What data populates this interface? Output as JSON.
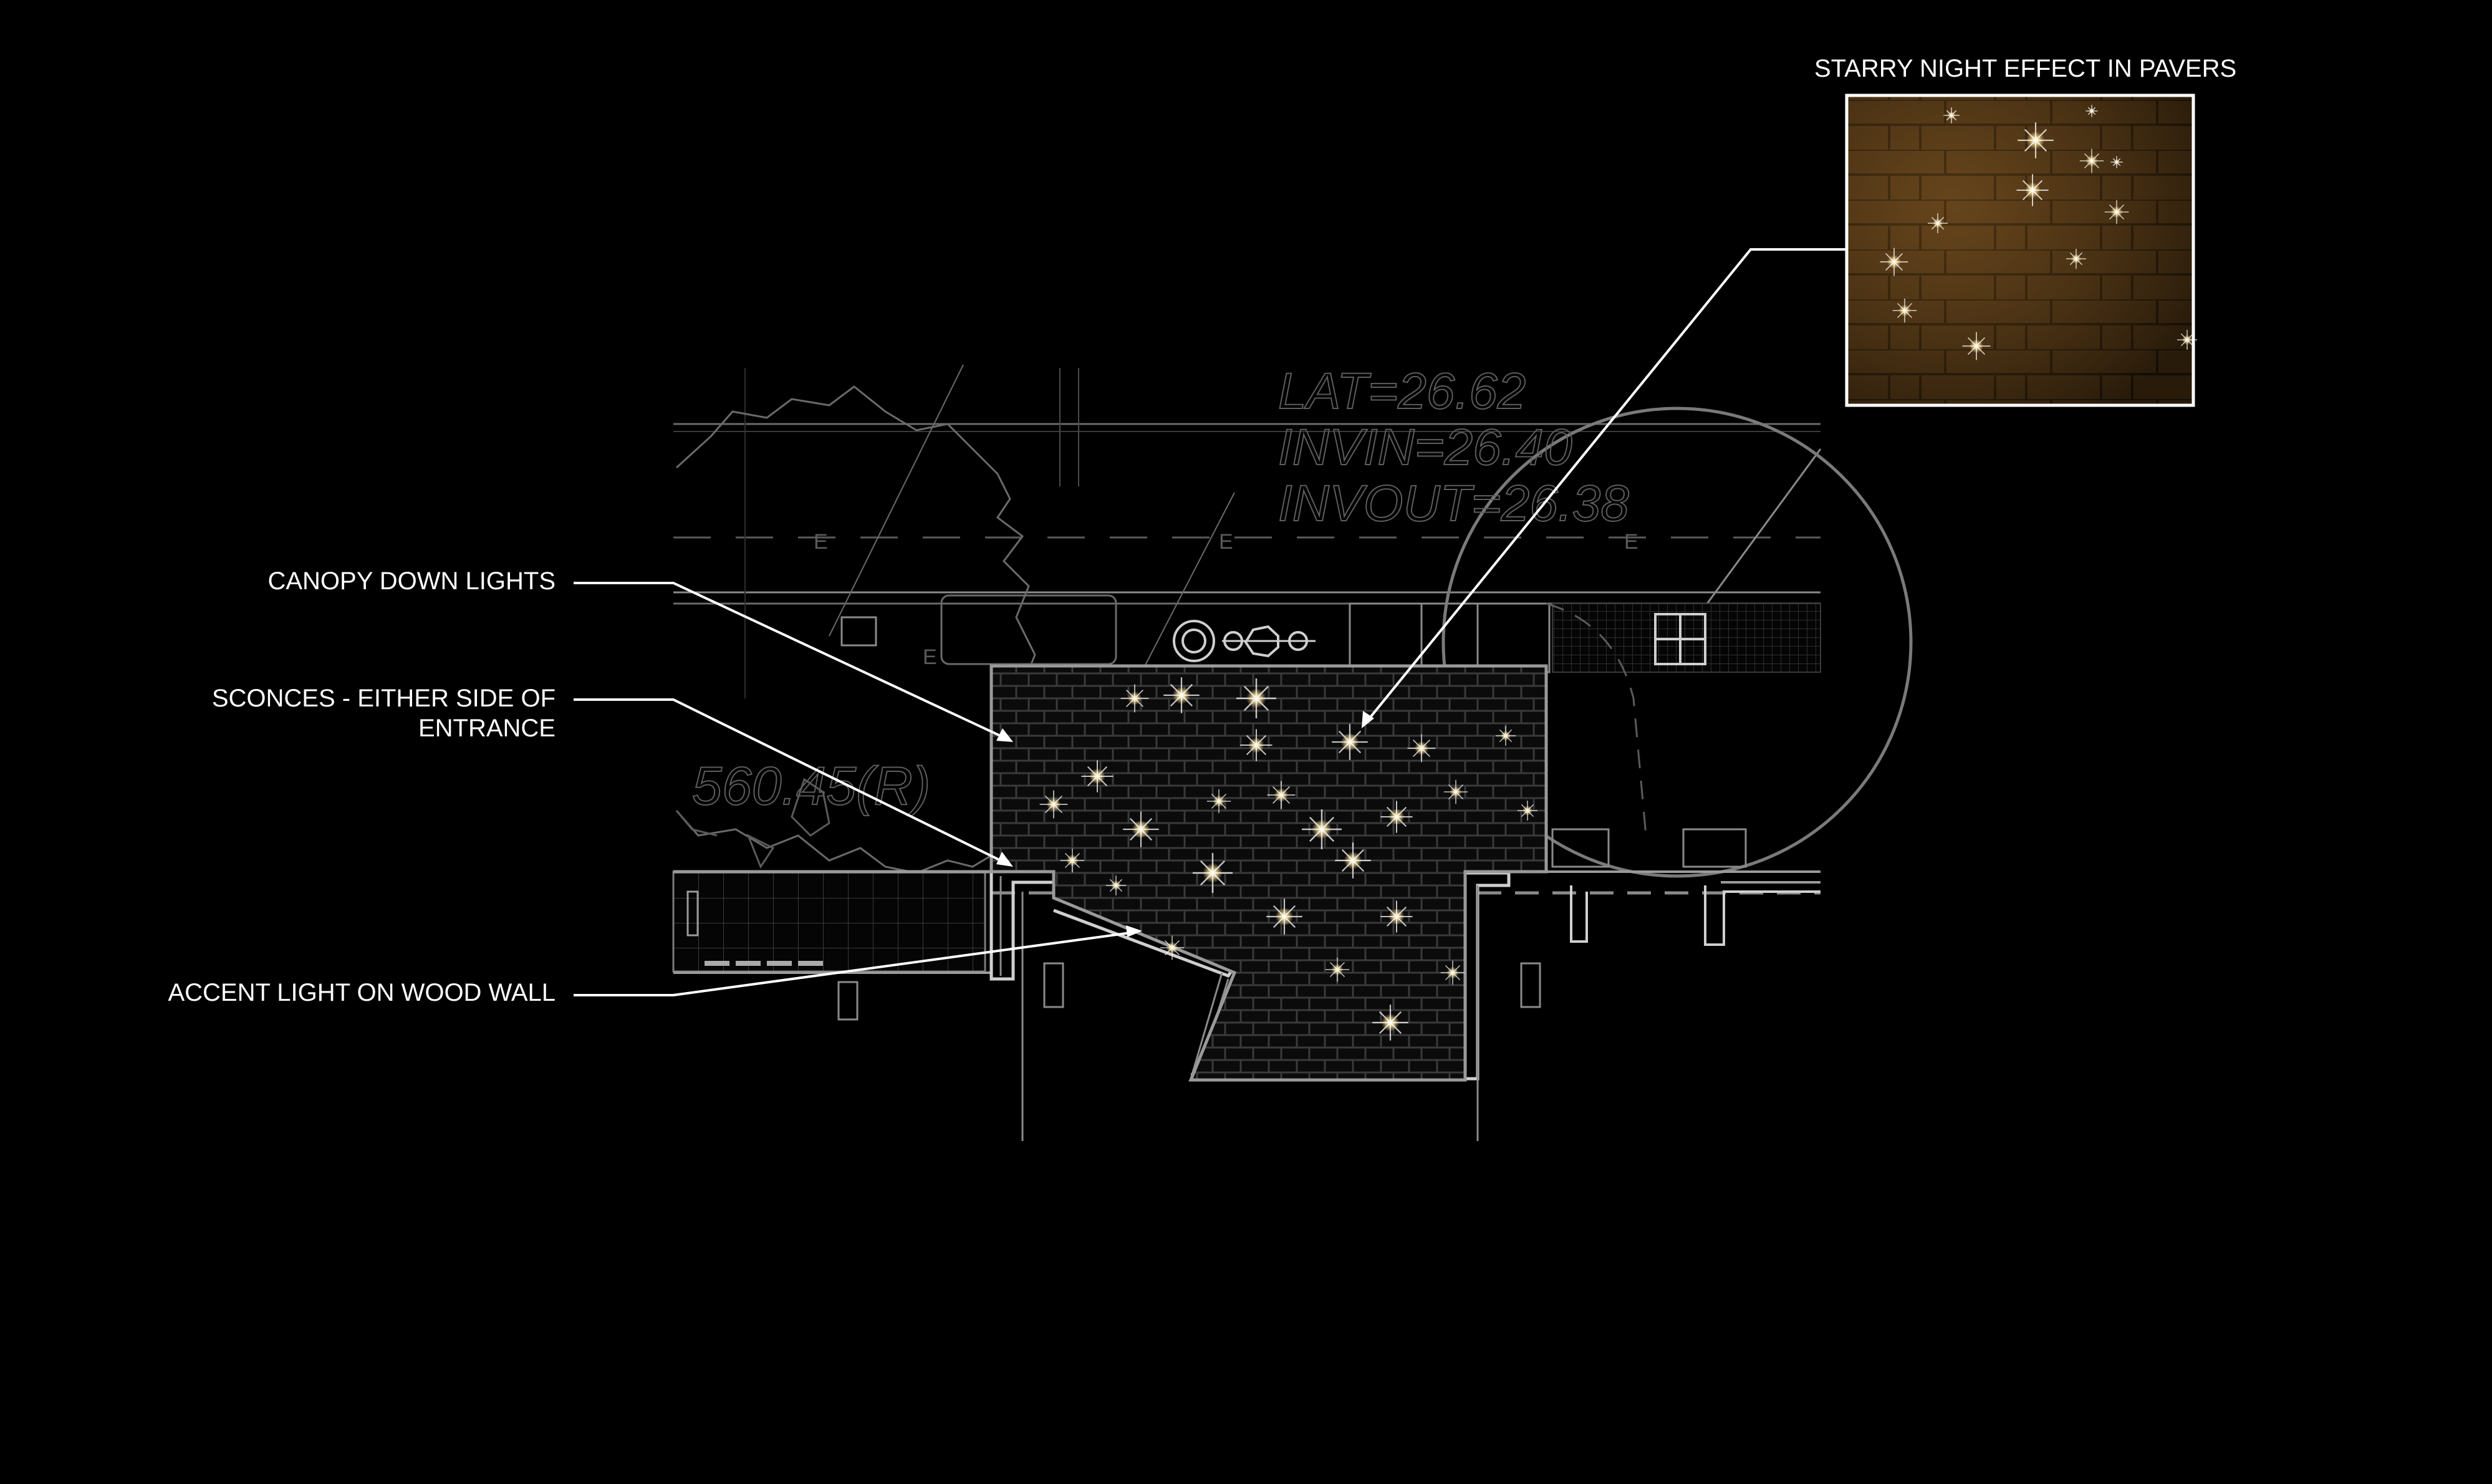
{
  "callouts": {
    "canopy": "CANOPY DOWN LIGHTS",
    "sconce_line1": "SCONCES - EITHER SIDE OF",
    "sconce_line2": "ENTRANCE",
    "accent": "ACCENT LIGHT ON WOOD WALL",
    "starry": "STARRY NIGHT EFFECT IN PAVERS"
  },
  "plan_text": {
    "lat": "LAT=26.62",
    "invin": "INVIN=26.40",
    "invout": "INVOUT=26.38",
    "elev": "560.45(R)",
    "utility_mark": "E"
  },
  "colors": {
    "background": "#000000",
    "callout_text": "#ffffff",
    "plan_line": "#8a8a8a",
    "paver_inset": "#6b4a20",
    "star_glow": "#fff6c8"
  }
}
